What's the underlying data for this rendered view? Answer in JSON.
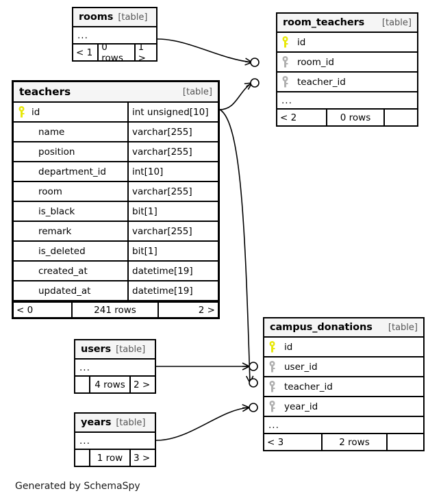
{
  "diagram": {
    "title": "SchemaSpy relationships diagram",
    "credit": "Generated by SchemaSpy",
    "kind_label": "[table]",
    "ellipsis": "...",
    "colors": {
      "primary_key": "#e8e80b",
      "foreign_key": "#b0b0b0",
      "border": "#000000",
      "header_background": "#f5f5f5",
      "background": "#ffffff"
    }
  },
  "tables": {
    "rooms": {
      "name": "rooms",
      "kind": "[table]",
      "ellipsis": "...",
      "footer": {
        "left": "< 1",
        "center": "0 rows",
        "right": "1 >"
      }
    },
    "room_teachers": {
      "name": "room_teachers",
      "kind": "[table]",
      "columns": [
        {
          "name": "id",
          "key": "primary"
        },
        {
          "name": "room_id",
          "key": "foreign"
        },
        {
          "name": "teacher_id",
          "key": "foreign"
        }
      ],
      "ellipsis": "...",
      "footer": {
        "left": "< 2",
        "center": "0 rows",
        "right": ""
      }
    },
    "teachers": {
      "name": "teachers",
      "kind": "[table]",
      "columns": [
        {
          "name": "id",
          "type": "int unsigned[10]",
          "key": "primary"
        },
        {
          "name": "name",
          "type": "varchar[255]",
          "key": "none"
        },
        {
          "name": "position",
          "type": "varchar[255]",
          "key": "none"
        },
        {
          "name": "department_id",
          "type": "int[10]",
          "key": "none"
        },
        {
          "name": "room",
          "type": "varchar[255]",
          "key": "none"
        },
        {
          "name": "is_black",
          "type": "bit[1]",
          "key": "none"
        },
        {
          "name": "remark",
          "type": "varchar[255]",
          "key": "none"
        },
        {
          "name": "is_deleted",
          "type": "bit[1]",
          "key": "none"
        },
        {
          "name": "created_at",
          "type": "datetime[19]",
          "key": "none"
        },
        {
          "name": "updated_at",
          "type": "datetime[19]",
          "key": "none"
        }
      ],
      "footer": {
        "left": "< 0",
        "center": "241 rows",
        "right": "2 >"
      }
    },
    "campus_donations": {
      "name": "campus_donations",
      "kind": "[table]",
      "columns": [
        {
          "name": "id",
          "key": "primary"
        },
        {
          "name": "user_id",
          "key": "foreign"
        },
        {
          "name": "teacher_id",
          "key": "foreign"
        },
        {
          "name": "year_id",
          "key": "foreign"
        }
      ],
      "ellipsis": "...",
      "footer": {
        "left": "< 3",
        "center": "2 rows",
        "right": ""
      }
    },
    "users": {
      "name": "users",
      "kind": "[table]",
      "ellipsis": "...",
      "footer": {
        "left": "",
        "center": "4 rows",
        "right": "2 >"
      }
    },
    "years": {
      "name": "years",
      "kind": "[table]",
      "ellipsis": "...",
      "footer": {
        "left": "",
        "center": "1 row",
        "right": "3 >"
      }
    }
  },
  "relationships": [
    {
      "from": "rooms",
      "to": "room_teachers.room_id"
    },
    {
      "from": "teachers.id",
      "to": "room_teachers.teacher_id"
    },
    {
      "from": "teachers.id",
      "to": "campus_donations.teacher_id"
    },
    {
      "from": "users",
      "to": "campus_donations.user_id"
    },
    {
      "from": "years",
      "to": "campus_donations.year_id"
    }
  ]
}
